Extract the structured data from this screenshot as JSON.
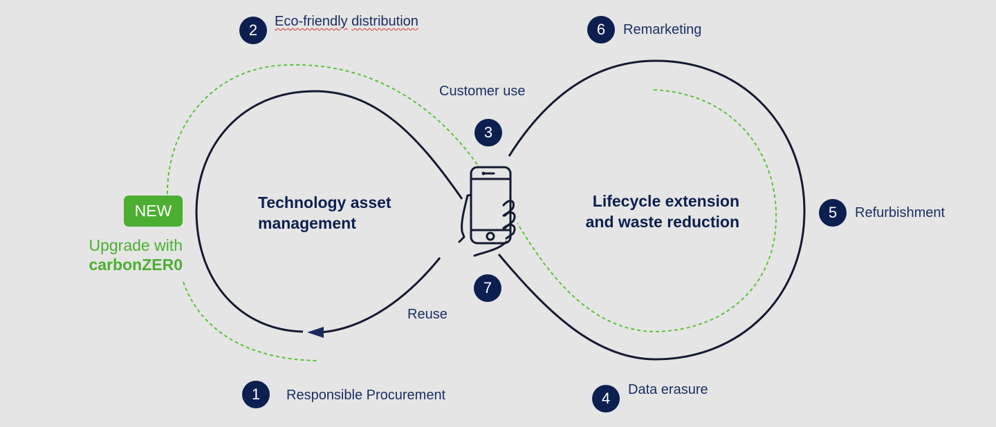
{
  "colors": {
    "background": "#e5e5e5",
    "navy": "#0c1f4f",
    "label_text": "#1b2f63",
    "green": "#4caf32",
    "loop_stroke": "#141a30",
    "dashed_green": "#5cc13a"
  },
  "center": {
    "left_title_line1": "Technology asset",
    "left_title_line2": "management",
    "right_title_line1": "Lifecycle extension",
    "right_title_line2": "and waste reduction",
    "icon": "hand-holding-smartphone-icon"
  },
  "steps": [
    {
      "number": "1",
      "label": "Responsible Procurement"
    },
    {
      "number": "2",
      "label_part1": "Eco-friendly",
      "label_part2": "distribution"
    },
    {
      "number": "3",
      "label": "Customer use"
    },
    {
      "number": "4",
      "label": "Data erasure"
    },
    {
      "number": "5",
      "label": "Refurbishment"
    },
    {
      "number": "6",
      "label": "Remarketing"
    },
    {
      "number": "7",
      "label": "Reuse"
    }
  ],
  "upgrade": {
    "badge": "NEW",
    "line1": "Upgrade with",
    "line2": "carbonZER0"
  }
}
